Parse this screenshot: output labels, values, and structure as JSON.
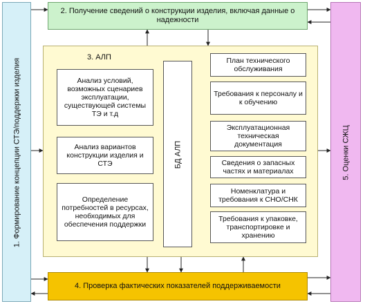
{
  "left_box": {
    "label": "1. Формирование концепции СТЭ/поддержки изделия"
  },
  "top_box": {
    "label": "2. Получение сведений о конструкции изделия, включая данные о надежности"
  },
  "alp": {
    "title": "3. АЛП",
    "analysis_boxes": [
      "Анализ условий, возможных сценариев эксплуатации, существующей системы ТЭ и т.д",
      "Анализ вариантов конструкции изделия и СТЭ",
      "Определение потребностей в ресурсах, необходимых для обеспечения поддержки"
    ],
    "database": "БД АЛП",
    "outputs": [
      "План технического обслуживания",
      "Требования к персоналу и к обучению",
      "Эксплуатационная техническая документация",
      "Сведения о запасных частях и материалах",
      "Номенклатура и требования к СНО/СНК",
      "Требования к упаковке, транспортировке и хранению"
    ]
  },
  "bottom_box": {
    "label": "4. Проверка фактических показателей поддерживаемости"
  },
  "right_box": {
    "label": "5. Оценки СЖЦ"
  },
  "colors": {
    "left": "#d6f0f8",
    "top": "#ccf2cc",
    "alp_area": "#fffad2",
    "bottom": "#f5c300",
    "right": "#f0b8f0"
  }
}
